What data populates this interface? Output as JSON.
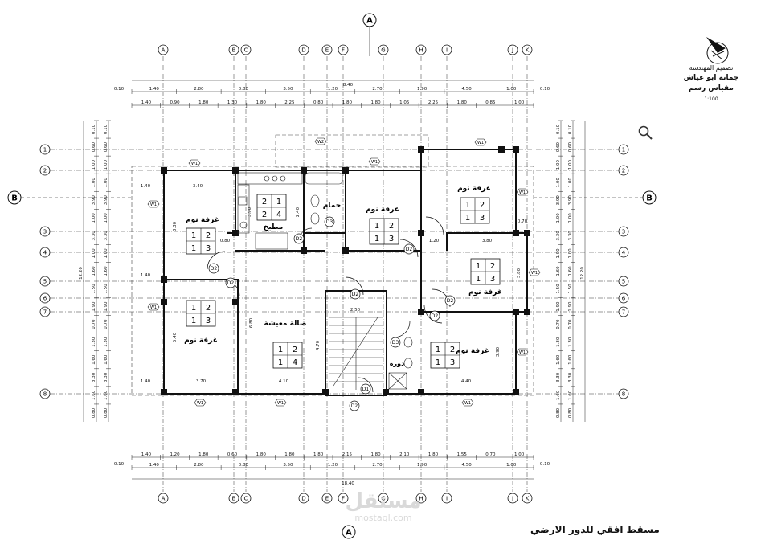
{
  "grid_columns": [
    "A",
    "B",
    "C",
    "D",
    "E",
    "F",
    "G",
    "H",
    "I",
    "J",
    "K"
  ],
  "grid_rows": [
    "1",
    "2",
    "3",
    "4",
    "5",
    "6",
    "7",
    "8"
  ],
  "section_marks": {
    "horizontal": "A",
    "vertical": "B"
  },
  "title_block": {
    "designer_label": "تصميم المهندسة",
    "designer_name": "جمانة ابو عياش",
    "scale_label": "مقياس رسم",
    "scale_value": "1:100"
  },
  "plan_title": "مسقط افقي للدور الارضي",
  "watermark": {
    "arabic": "مستقل",
    "latin": "mostaql.com"
  },
  "rooms": {
    "bed_nw": "غرفة نوم",
    "bed_w": "غرفة نوم",
    "kitchen": "مطبخ",
    "bath": "حمام",
    "bed_center": "غرفة نوم",
    "bed_ne": "غرفة نوم",
    "bed_e": "غرفة نوم",
    "bed_se": "غرفة نوم",
    "hall": "صالة معيشة",
    "wc": "دورة"
  },
  "room_codes": {
    "bed_nw": [
      "1",
      "2",
      "1",
      "3"
    ],
    "bed_w": [
      "1",
      "2",
      "1",
      "3"
    ],
    "kitchen": [
      "2",
      "1",
      "2",
      "4"
    ],
    "bed_center": [
      "1",
      "2",
      "1",
      "3"
    ],
    "bed_ne": [
      "1",
      "2",
      "1",
      "3"
    ],
    "bed_e": [
      "1",
      "2",
      "1",
      "3"
    ],
    "bed_se": [
      "1",
      "2",
      "1",
      "3"
    ],
    "hall": [
      "1",
      "2",
      "1",
      "4"
    ]
  },
  "doors": {
    "d1": "D1",
    "d2": "D2",
    "d3": "D3"
  },
  "windows": {
    "w1": "W1",
    "w2": "W2"
  },
  "dims": {
    "total_top": "8.40",
    "total_bottom": "18.40",
    "top_row1": [
      "1.40",
      "2.80",
      "0.80",
      "3.50",
      "1.20",
      "2.70",
      "1.90",
      "4.50",
      "1.00"
    ],
    "top_row2": [
      "1.40",
      "0.90",
      "1.80",
      "1.30",
      "1.80",
      "2.25",
      "0.80",
      "1.80",
      "1.80",
      "1.05",
      "2.25",
      "1.80",
      "0.85",
      "1.00"
    ],
    "bottom_row1": [
      "1.40",
      "1.20",
      "1.80",
      "0.60",
      "1.80",
      "1.80",
      "1.80",
      "2.15",
      "1.80",
      "2.10",
      "1.80",
      "1.55",
      "0.70",
      "1.00"
    ],
    "bottom_row2": [
      "1.40",
      "2.80",
      "0.80",
      "3.50",
      "1.20",
      "2.70",
      "1.90",
      "4.50",
      "1.00"
    ],
    "edge": [
      "0.10",
      "0.10",
      "0.10",
      "0.10"
    ],
    "left_total": "12.20",
    "right_total": "12.20",
    "side_values": [
      "0.10",
      "0.60",
      "1.00",
      "1.00",
      "3.90",
      "1.00",
      "3.30",
      "1.00",
      "1.60",
      "1.50",
      "1.90",
      "0.70",
      "1.30",
      "1.60",
      "3.30",
      "1.60",
      "0.80"
    ],
    "inner": {
      "bed_nw_w": "3.40",
      "bed_nw_h": "3.30",
      "bed_w_w": "3.70",
      "bed_w_h": "5.40",
      "kitchen_w": "3.90",
      "kitchen_h": "2.40",
      "hall_w": "4.10",
      "hall_h": "6.80",
      "stair_w": "2.50",
      "stair_h": "4.70",
      "bed_ne_w": "3.80",
      "bed_ne_h": "3.80",
      "bed_se_w": "4.40",
      "bed_se_h": "3.90",
      "misc_a": "1.40",
      "misc_b": "1.20",
      "misc_c": "0.80",
      "misc_d": "0.70",
      "misc_e": "1.40",
      "misc_f": "1.40"
    }
  }
}
